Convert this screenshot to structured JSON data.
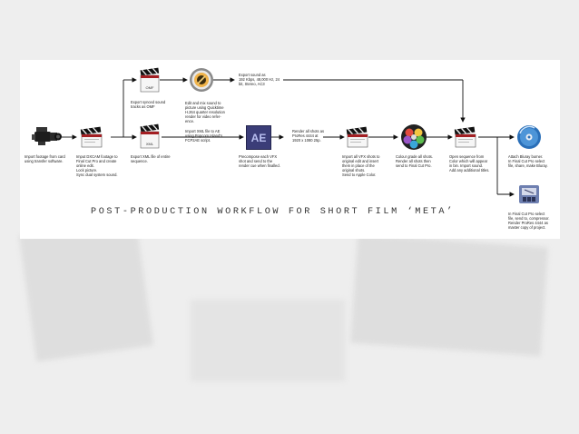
{
  "diagram": {
    "title": "POST-PRODUCTION WORKFLOW FOR SHORT FILM ‘META’",
    "steps": [
      {
        "id": "import",
        "icon": "camera-icon",
        "caption": "Import footage from card\nusing transfer software."
      },
      {
        "id": "fcp_edit",
        "icon": "final-cut-clapper-icon",
        "caption": "Imput DXCAM footage to\nFinal Cut Pro and create\nonline edit.\nLock picture.\nSync dual system sound."
      },
      {
        "id": "export_omf",
        "icon": "clapper-omf-icon",
        "icon_label": "OMF",
        "caption": "Export synced sound\ntracks as OMF"
      },
      {
        "id": "export_xml",
        "icon": "clapper-xml-icon",
        "icon_label": "XML",
        "caption": "Export XML file of entire\nsequence."
      },
      {
        "id": "sound_mix",
        "icon": "logic-disc-icon",
        "caption": "Edit and mix sound to\npicture using Quicktime\nH.264 quarter resolution\nrender for video refer-\nence."
      },
      {
        "id": "export_sound",
        "caption": "Export sound as\n192 Kbps, 48,000 Hz, 24\nbit, Stereo, AC3"
      },
      {
        "id": "after_effects_import",
        "caption": "Import XML file to AE\nusing Popcorn Island's\nFCP2AE script."
      },
      {
        "id": "precompose",
        "icon": "after-effects-icon",
        "icon_label": "AE",
        "caption": "Precompose each VFX\nshot and send to the\nrender cue when finalled."
      },
      {
        "id": "render_prores",
        "caption": "Render all shots as\nProRes 4444 at\n1920 x 1080 25p."
      },
      {
        "id": "import_vfx",
        "icon": "final-cut-clapper-icon",
        "caption": "Import all VFX shots to\noriginal edit and insert\nthem in place of the\noriginal shots.\nSend to Apple Color."
      },
      {
        "id": "colour_grade",
        "icon": "color-wheel-icon",
        "caption": "Colour grade all shots.\nRender all shots then\nsend to Final Cut Pro."
      },
      {
        "id": "open_sequence",
        "icon": "final-cut-clapper-icon",
        "caption": "Open sequence from\nColor which will appear\nin bin.  Import sound.\nAdd any additional titles."
      },
      {
        "id": "bluray",
        "icon": "bluray-disc-icon",
        "caption": "Attach Bluray burner.\nIn Final Cut Pro select\nfile, share, make Bluray."
      },
      {
        "id": "compressor",
        "icon": "compressor-icon",
        "caption": "In Final Cut Pro select\nfile, send to, compressor.\nRender ProRes 4444 as\nmaster copy of project."
      }
    ]
  },
  "colors": {
    "line": "#111111",
    "ae_purple": "#3b3d78",
    "ae_text": "#b9bff0"
  }
}
